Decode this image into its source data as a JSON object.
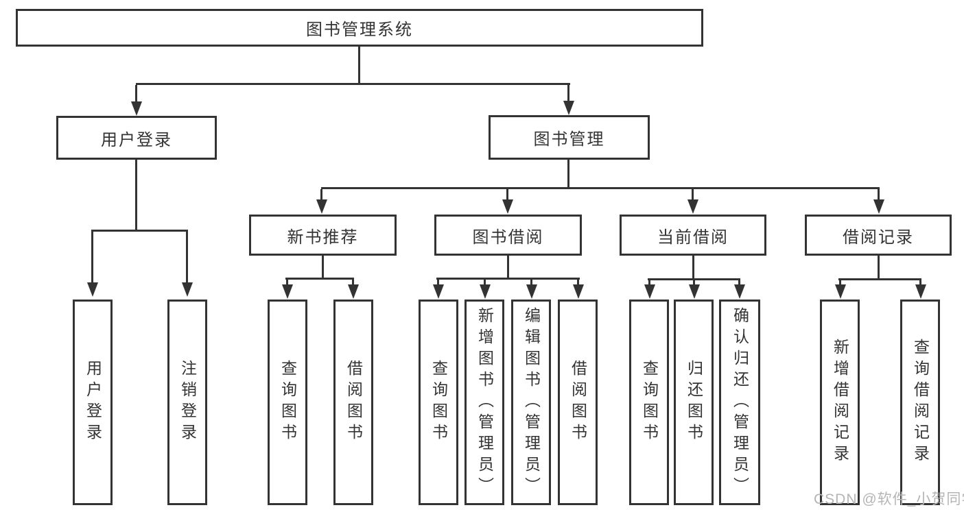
{
  "diagram": {
    "root": {
      "label": "图书管理系统"
    },
    "level2": {
      "user_login": {
        "label": "用户登录"
      },
      "book_mgmt": {
        "label": "图书管理"
      }
    },
    "level3": {
      "new_book": {
        "label": "新书推荐"
      },
      "book_borrow": {
        "label": "图书借阅"
      },
      "current_borrow": {
        "label": "当前借阅"
      },
      "borrow_record": {
        "label": "借阅记录"
      }
    },
    "leaves": {
      "user": [
        "用户登录",
        "注销登录"
      ],
      "new_book": [
        "查询图书",
        "借阅图书"
      ],
      "book_borrow": [
        "查询图书",
        "新增图书（管理员）",
        "编辑图书（管理员）",
        "借阅图书"
      ],
      "current_borrow": [
        "查询图书",
        "归还图书",
        "确认归还（管理员）"
      ],
      "borrow_record": [
        "新增借阅记录",
        "查询借阅记录"
      ]
    },
    "colors": {
      "line": "#333333",
      "text": "#333333",
      "background": "#ffffff",
      "watermark": "#b5b5b5"
    }
  },
  "watermark": {
    "text": "CSDN @软件_小贺同学"
  }
}
